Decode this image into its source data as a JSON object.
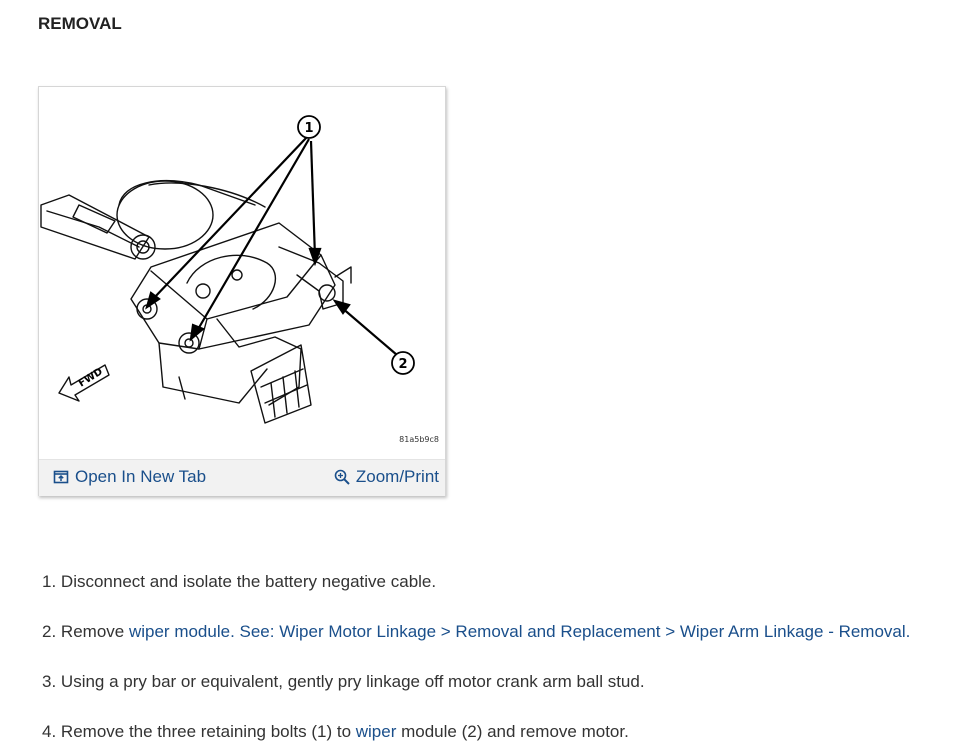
{
  "heading": "REMOVAL",
  "figure": {
    "callouts": [
      "1",
      "2"
    ],
    "direction_label": "FWD",
    "figure_id": "81a5b9c8",
    "open_tab_label": "Open In New Tab",
    "zoom_label": "Zoom/Print",
    "icons": {
      "open": "open-new-tab-icon",
      "zoom": "zoom-magnifier-icon"
    }
  },
  "steps": [
    {
      "number": "1.",
      "text": "Disconnect and isolate the battery negative cable."
    },
    {
      "number": "2.",
      "pre": "Remove ",
      "link1": "wiper",
      "mid": " ",
      "link2": "module. See: Wiper Motor Linkage > Removal and Replacement > Wiper Arm Linkage - Removal."
    },
    {
      "number": "3.",
      "text": "Using a pry bar or equivalent, gently pry linkage off motor crank arm ball stud."
    },
    {
      "number": "4.",
      "pre": "Remove the three retaining bolts (1) to ",
      "link": "wiper",
      "post": " module (2) and remove motor."
    }
  ],
  "colors": {
    "link": "#1a4f8b",
    "text": "#333333",
    "toolbar_bg": "#f2f2f2"
  }
}
